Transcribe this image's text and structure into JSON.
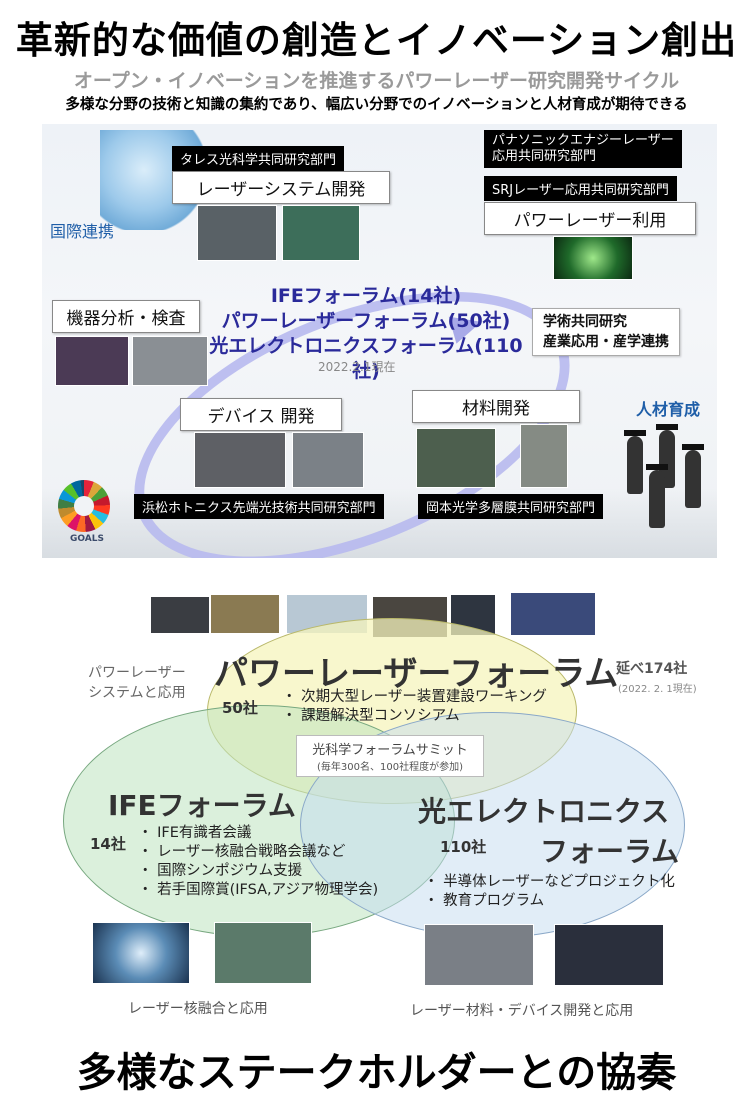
{
  "header": {
    "title": "革新的な価値の創造とイノベーション創出",
    "subtitle": "オープン・イノベーションを推進するパワーレーザー研究開発サイクル",
    "description": "多様な分野の技術と知識の集約であり、幅広い分野でのイノベーションと人材育成が期待できる"
  },
  "cycle": {
    "labs": {
      "thales": "タレス光科学共同研究部門",
      "panasonic_line1": "パナソニックエナジーレーザー",
      "panasonic_line2": "応用共同研究部門",
      "srj": "SRJレーザー応用共同研究部門",
      "hamamatsu": "浜松ホトニクス先端光技術共同研究部門",
      "okamoto": "岡本光学多層膜共同研究部門"
    },
    "stages": {
      "laser_system": "レーザーシステム開発",
      "power_laser_use": "パワーレーザー利用",
      "analysis": "機器分析・検査",
      "device": "デバイス 開発",
      "material": "材料開発"
    },
    "international": "国際連携",
    "academic_line1": "学術共同研究",
    "academic_line2": "産業応用・産学連携",
    "talent": "人材育成",
    "forums_line1": "IFEフォーラム(14社)",
    "forums_line2": "パワーレーザーフォーラム(50社)",
    "forums_line3": "光エレクトロニクスフォーラム(110社)",
    "as_of": "2022.2.1現在",
    "sdg_label": "GOALS"
  },
  "venn": {
    "power_laser": {
      "name": "パワーレーザーフォーラム",
      "count": "50社",
      "items": [
        "・ 次期大型レーザー装置建設ワーキング",
        "・ 課題解決型コンソシアム"
      ],
      "side_line1": "パワーレーザー",
      "side_line2": "システムと応用"
    },
    "total": "延べ174社",
    "total_date": "(2022. 2. 1現在)",
    "summit_title": "光科学フォーラムサミット",
    "summit_note": "(毎年300名、100社程度が参加)",
    "ife": {
      "name": "IFEフォーラム",
      "count": "14社",
      "items": [
        "・ IFE有識者会議",
        "・ レーザー核融合戦略会議など",
        "・ 国際シンポジウム支援",
        "・ 若手国際賞(IFSA,アジア物理学会)"
      ],
      "bottom_label": "レーザー核融合と応用"
    },
    "opto": {
      "name_line1": "光エレクトロニクス",
      "name_line2": "フォーラム",
      "count": "110社",
      "items": [
        "・ 半導体レーザーなどプロジェクト化",
        "・ 教育プログラム"
      ],
      "bottom_label": "レーザー材料・デバイス開発と応用"
    }
  },
  "footer": "多様なステークホルダーとの協奏"
}
